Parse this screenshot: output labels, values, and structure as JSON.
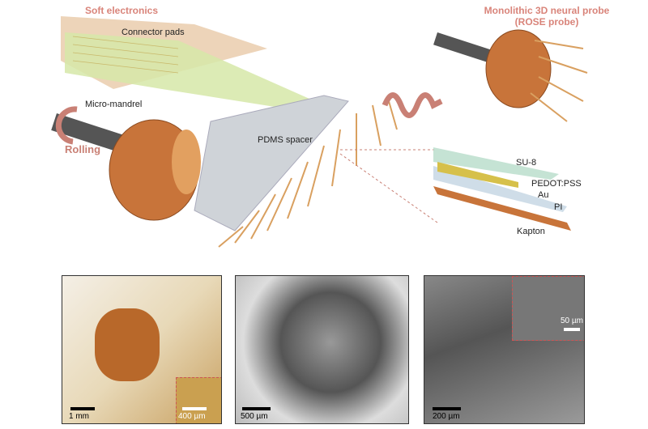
{
  "top": {
    "title_left": "Soft electronics",
    "title_right_line1": "Monolithic 3D neural probe",
    "title_right_line2": "(ROSE probe)",
    "labels": {
      "connector_pads": "Connector pads",
      "micro_mandrel": "Micro-mandrel",
      "rolling": "Rolling",
      "pdms_spacer": "PDMS spacer"
    },
    "layers": [
      "SU-8",
      "PEDOT:PSS",
      "Au",
      "PI",
      "Kapton"
    ]
  },
  "panels": [
    {
      "scale_bar": "1 mm",
      "inset_scale_bar": "400 µm"
    },
    {
      "scale_bar": "500 µm"
    },
    {
      "scale_bar": "200 µm",
      "inset_scale_bar": "50 µm"
    }
  ],
  "colors": {
    "title": "#d9847a",
    "copper": "#c8743a",
    "gold": "#d9a93c",
    "green": "#d6e8a8"
  }
}
